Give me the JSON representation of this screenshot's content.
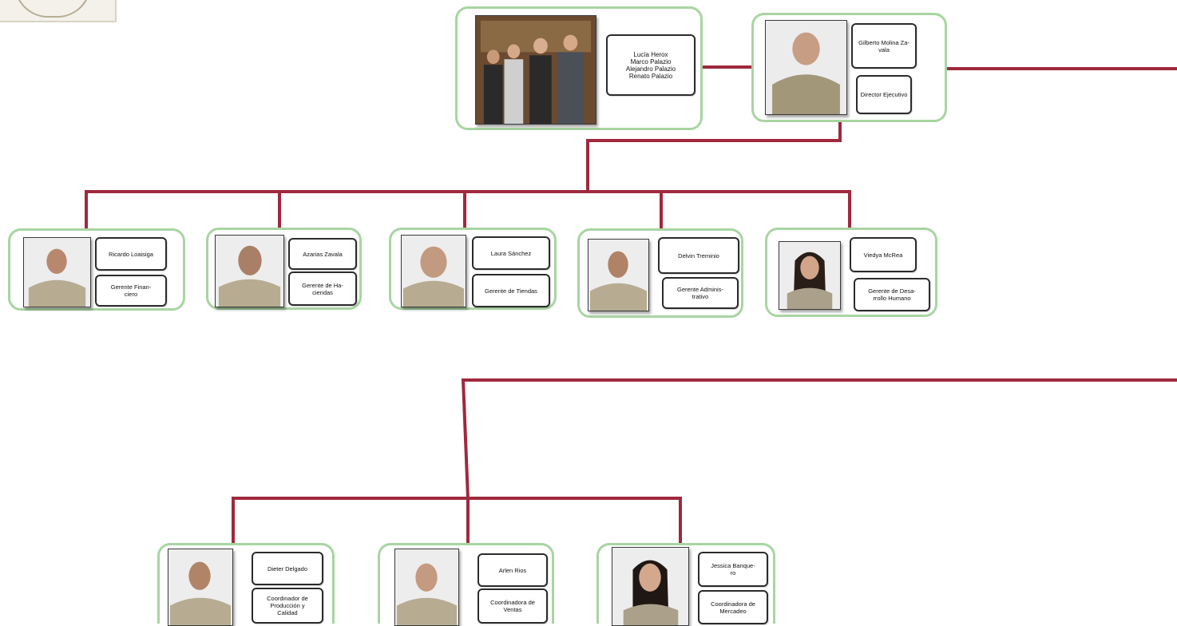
{
  "colors": {
    "connector": "#a0293d",
    "card_border": "#a8d5a2"
  },
  "logo": {
    "text": "",
    "mark": "badge-emblem"
  },
  "owners": {
    "names": "Lucía Herox\nMarco Palazio\nAlejandro Palazio\nRenato Palazio"
  },
  "director": {
    "name": "Gilberto Molina Za-\nvala",
    "title": "Director Ejecutivo"
  },
  "managers": [
    {
      "name": "Ricardo Loaisiga",
      "title": "Gerente Finan-\nciero"
    },
    {
      "name": "Azarias Zavala",
      "title": "Gerente de Ha-\nciendas"
    },
    {
      "name": "Laura Sánchez",
      "title": "Gerente de Tiendas"
    },
    {
      "name": "Delvin Treminio",
      "title": "Gerente Adminis-\ntrativo"
    },
    {
      "name": "Viedya McRea",
      "title": "Gerente de Desa-\nrrollo Humano"
    }
  ],
  "coordinators": [
    {
      "name": "Dieter Delgado",
      "title": "Coordinador de\nProducción y\nCalidad"
    },
    {
      "name": "Arlen Rios",
      "title": "Coordinadora de\nVentas"
    },
    {
      "name": "Jessica Banque-\nro",
      "title": "Coordinadora de\nMercadeo"
    }
  ]
}
